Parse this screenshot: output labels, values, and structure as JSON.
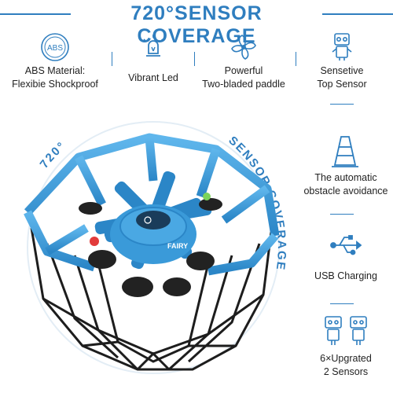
{
  "header": {
    "title": "720°SENSOR COVERAGE"
  },
  "features": [
    {
      "icon": "abs-badge-icon",
      "badge": "ABS",
      "line1": "ABS Material:",
      "line2": "Flexibie Shockproof"
    },
    {
      "icon": "led-light-icon",
      "line1": "Vibrant Led"
    },
    {
      "icon": "propeller-icon",
      "line1": "Powerful",
      "line2": "Two-bladed paddle"
    },
    {
      "icon": "robot-sensor-icon",
      "line1": "Sensetive",
      "line2": "Top Sensor"
    }
  ],
  "product": {
    "arc_720": "720°",
    "arc_sensor": "SENSOR COVERAGE",
    "drone_brand": "FAIRY",
    "accent": "#2f7ebf",
    "drone_blue": "#3a9ad9"
  },
  "side_features": [
    {
      "icon": "traffic-cone-icon",
      "line1": "The automatic",
      "line2": "obstacle avoidance"
    },
    {
      "icon": "usb-icon",
      "line1": "USB Charging"
    },
    {
      "icon": "dual-robot-sensor-icon",
      "line1": "6×Upgrated",
      "line2": "2 Sensors"
    }
  ]
}
